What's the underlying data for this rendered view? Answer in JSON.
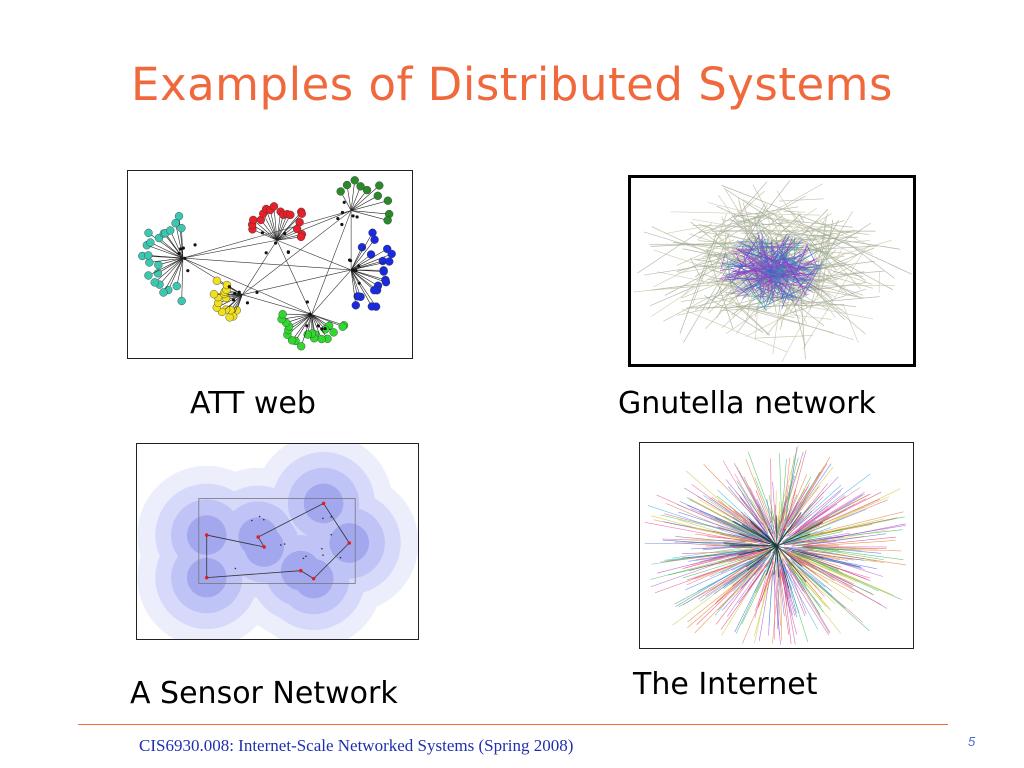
{
  "slide": {
    "title": "Examples of Distributed Systems",
    "figures": [
      {
        "caption": "ATT web"
      },
      {
        "caption": "Gnutella network"
      },
      {
        "caption": "A Sensor Network"
      },
      {
        "caption": "The Internet"
      }
    ]
  },
  "footer": {
    "text": "CIS6930.008: Internet-Scale Networked Systems (Spring 2008)",
    "page_number": "5"
  },
  "colors": {
    "title": "#f0693c",
    "footer_text": "#1f2fb0",
    "rule": "#f0693c"
  },
  "icons": [
    "att-web-graph",
    "gnutella-graph",
    "sensor-network-graph",
    "internet-map-graph"
  ]
}
